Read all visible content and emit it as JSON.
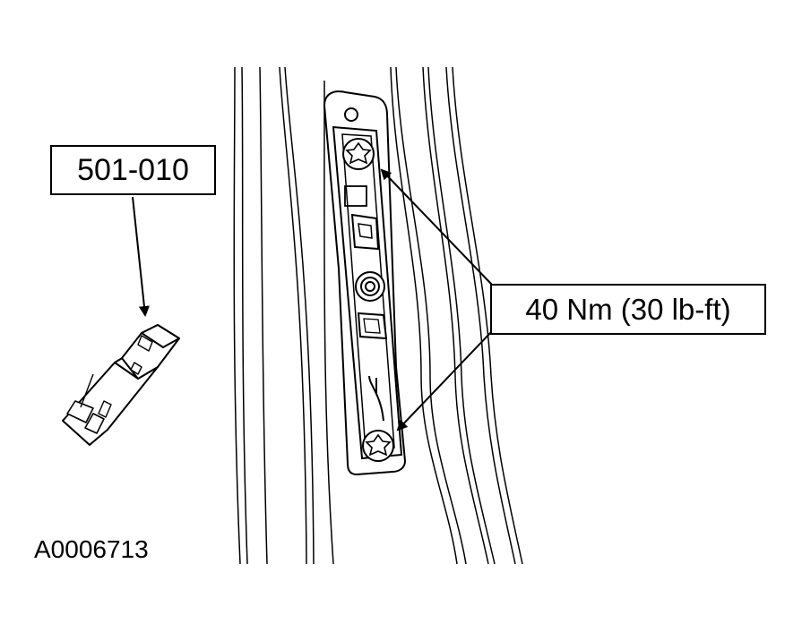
{
  "labels": {
    "tool_number": "501-010",
    "torque_spec": "40 Nm (30 lb-ft)",
    "figure_id": "A0006713"
  },
  "colors": {
    "line": "#000000",
    "background": "#ffffff"
  },
  "icons": {
    "tool": "torx-socket-icon",
    "bolt": "torx-bolt-icon"
  }
}
